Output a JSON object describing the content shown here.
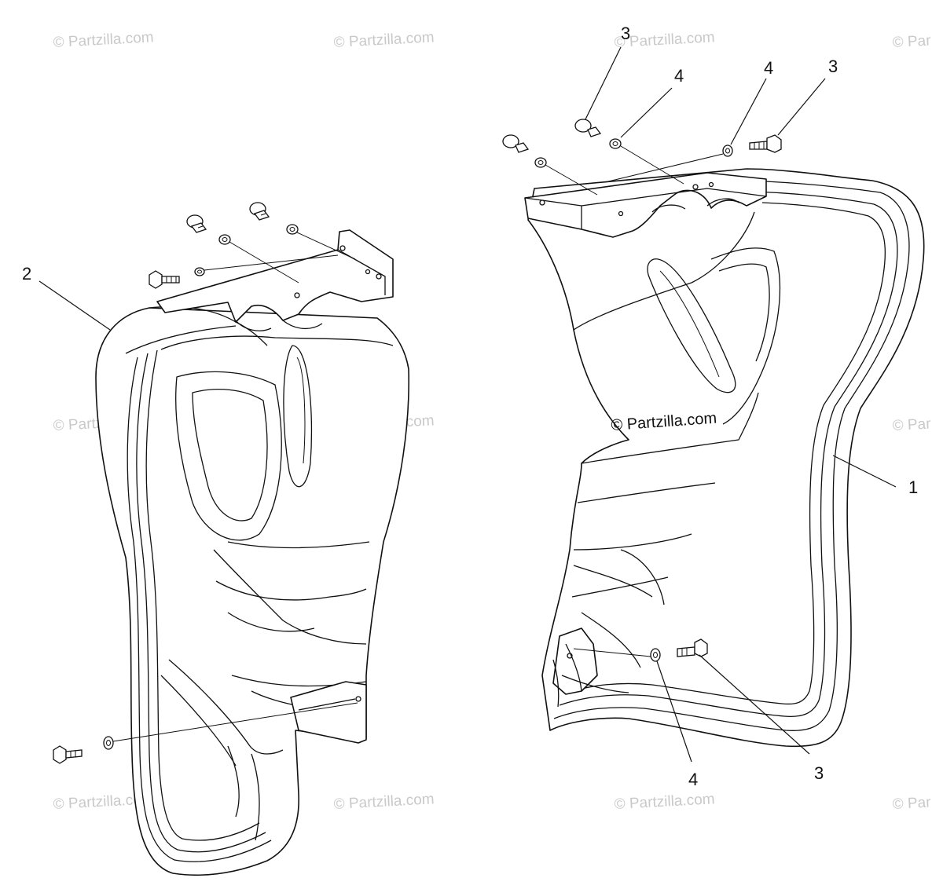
{
  "watermark": {
    "text": "© Partzilla.com",
    "center_text": "© Partzilla.com",
    "edge_text": "© Par"
  },
  "callouts": [
    {
      "id": "left-panel",
      "number": "2"
    },
    {
      "id": "right-panel",
      "number": "1"
    },
    {
      "id": "top-push-rivet",
      "number": "3"
    },
    {
      "id": "top-washer-a",
      "number": "4"
    },
    {
      "id": "top-washer-b",
      "number": "4"
    },
    {
      "id": "top-bolt-right",
      "number": "3"
    },
    {
      "id": "bottom-washer",
      "number": "4"
    },
    {
      "id": "bottom-bolt",
      "number": "3"
    }
  ]
}
